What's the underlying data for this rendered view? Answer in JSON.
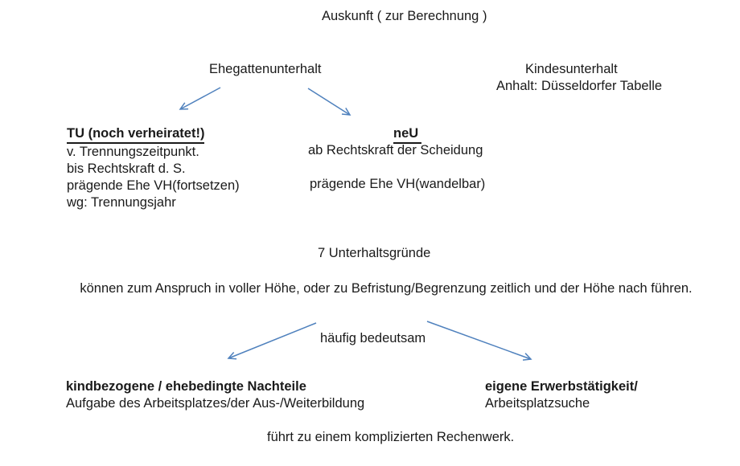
{
  "colors": {
    "arrow": "#4f81bd",
    "text": "#1a1a1a",
    "background": "#ffffff"
  },
  "title": "Auskunft ( zur Berechnung )",
  "spousal_support": {
    "heading": "Ehegattenunterhalt",
    "separated": {
      "heading": "TU (noch verheiratet!)",
      "lines": [
        "v. Trennungszeitpunkt.",
        "bis Rechtskraft d. S.",
        "prägende Ehe VH(fortsetzen)",
        "wg: Trennungsjahr"
      ]
    },
    "divorced": {
      "heading": "neU",
      "line1": "ab Rechtskraft der Scheidung",
      "line2": "prägende Ehe VH(wandelbar)"
    }
  },
  "child_support": {
    "heading": "Kindesunterhalt",
    "subheading": "Anhalt: Düsseldorfer Tabelle"
  },
  "grounds": {
    "heading": "7 Unterhaltsgründe",
    "paragraph": "können zum Anspruch in voller Höhe, oder zu Befristung/Begrenzung zeitlich und der Höhe nach führen.",
    "note": "häufig bedeutsam"
  },
  "examples": {
    "left": {
      "heading": "kindbezogene / ehebedingte Nachteile",
      "detail": "Aufgabe des Arbeitsplatzes/der Aus-/Weiterbildung"
    },
    "right": {
      "heading": "eigene Erwerbstätigkeit/",
      "detail": "Arbeitsplatzsuche"
    }
  },
  "footer": "führt zu einem komplizierten Rechenwerk."
}
